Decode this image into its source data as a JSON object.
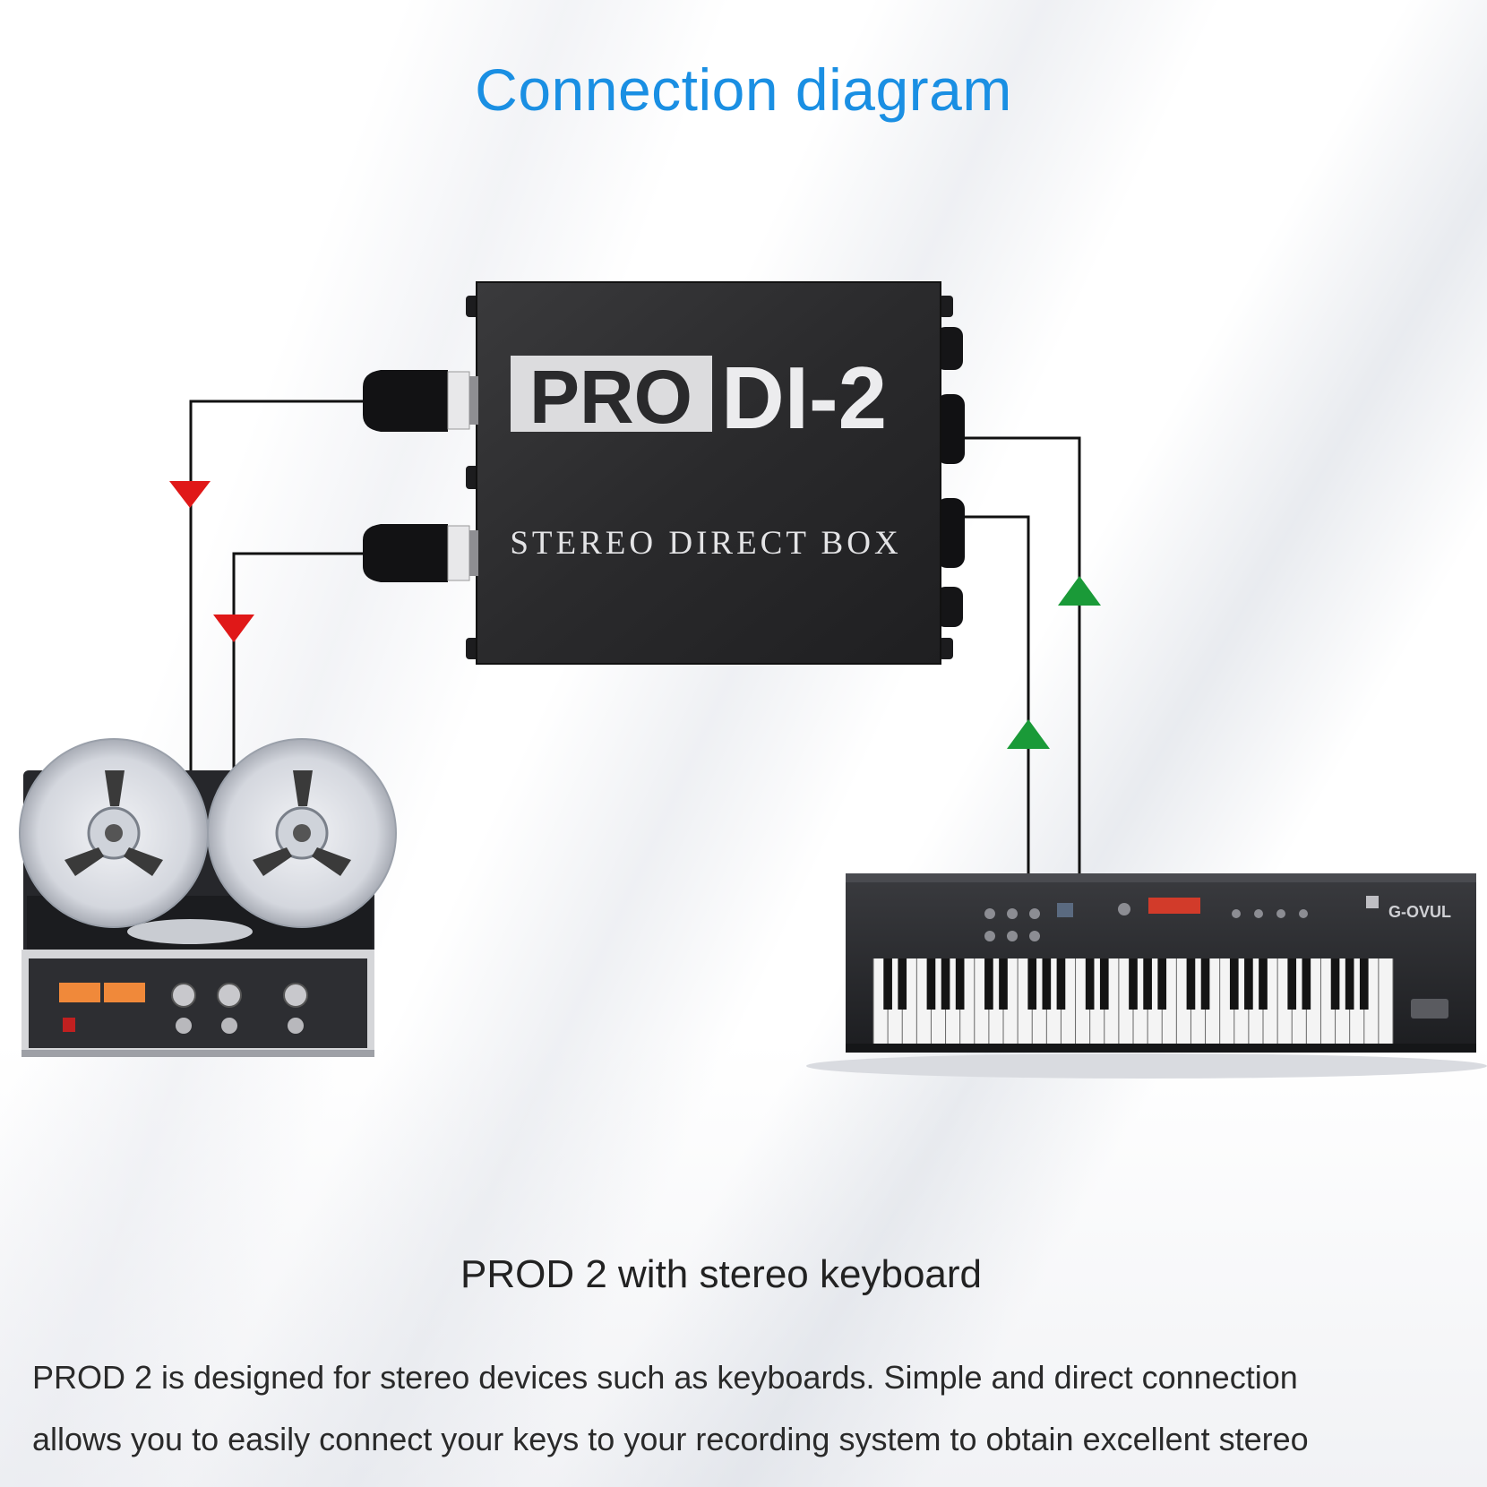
{
  "title": "Connection diagram",
  "device": {
    "logo_pro": "PRO",
    "logo_di": "DI-2",
    "label": "STEREO DIRECT BOX"
  },
  "keyboard_brand": "G-OVUL",
  "caption": "PROD 2 with stereo keyboard",
  "description": [
    "PROD 2 is designed for stereo devices such as keyboards. Simple and direct connection",
    "allows you to easily connect your keys to your recording system to obtain excellent stereo"
  ],
  "colors": {
    "title": "#1a8fe3",
    "arrow_out": "#e01818",
    "arrow_in": "#1a9a38",
    "device_body": "#2b2b2d"
  }
}
